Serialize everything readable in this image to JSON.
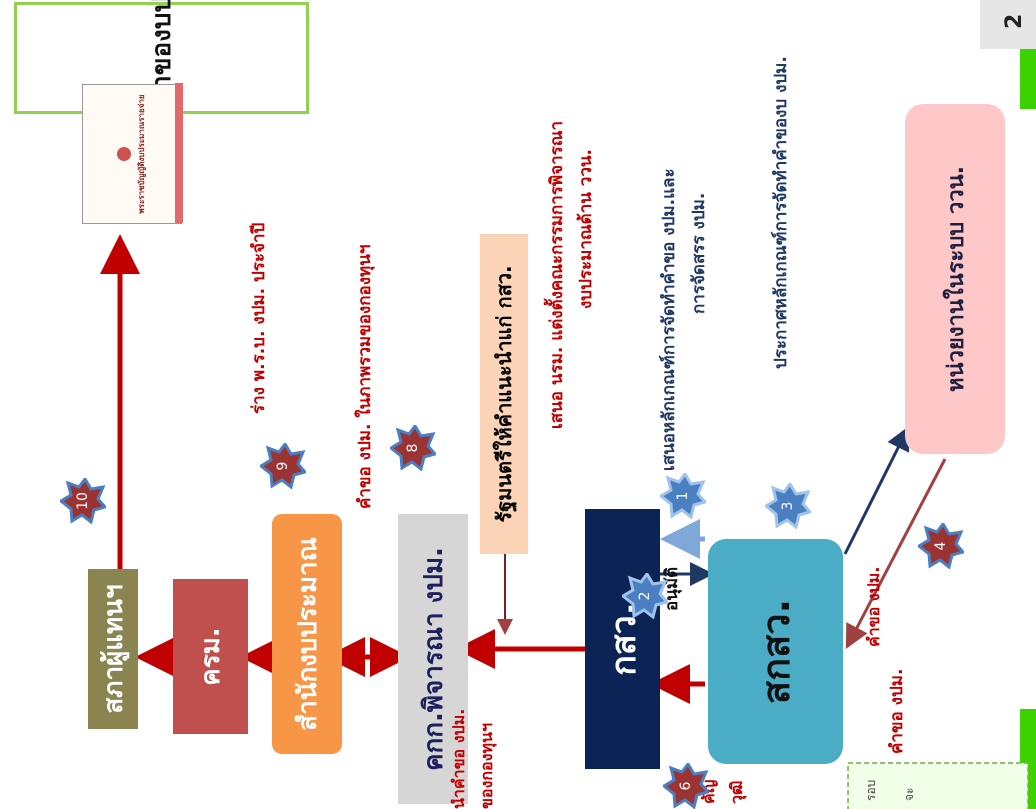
{
  "page_number": "2",
  "title": "ขาขึ้น : คำของบประมาณ",
  "cover_text": "พระราชบัญญัติงบประมาณรายจ่าย",
  "boxes": {
    "parliament": "สภาผู้แทนฯ",
    "cabinet": "ครม.",
    "budget_bureau": "สำนักงบประมาณ",
    "committee": "คกก.พิจารณา งปม.",
    "pm": "รัฐมนตรีให้คำแนะนำแก่ กสว.",
    "ksw": "กสว.",
    "sksw": "สกสว.",
    "units": "หน่วยงานในระบบ ววน."
  },
  "labels": {
    "draft_act": "ร่าง พ.ร.บ. งปม. ประจำปี",
    "request_overall": "คำขอ งปม. ในภาพรวมของกองทุนฯ",
    "request": "คำขอ งปม.",
    "propose_committee_1": "เสนอ นรม. แต่งตั้งคณะกรรมการพิจารณา",
    "propose_committee_2": "งบประมาณด้าน ววน.",
    "propose_criteria_1": "เสนอหลักเกณฑ์การจัดทำคำขอ งปม.และ",
    "propose_criteria_2": "การจัดสรร งปม.",
    "announce_criteria": "ประกาศหลักเกณฑ์การจัดทำคำของบ งปม.",
    "approve": "อนุมัติ",
    "request_units": "คำขอ งปม.",
    "present_request": "นำคำขอ งปม.",
    "fund": "ของกองทุนฯ",
    "important": "คัญ",
    "qualification": "วุฒิ",
    "note_1": "รอบ",
    "note_2": "จะ"
  },
  "steps": [
    "1",
    "2",
    "3",
    "4",
    "6",
    "8",
    "9",
    "10"
  ],
  "colors": {
    "parliament": "#8a8550",
    "cabinet": "#c0504d",
    "budget_bureau": "#f79646",
    "committee": "#d6d6d6",
    "pm": "#fbd3b6",
    "ksw": "#0c2455",
    "sksw": "#4bacc6",
    "units": "#ffc8c8",
    "star": "#9b3333",
    "star_blue": "#4a7fc1",
    "arrow_red": "#c00000",
    "arrow_blue": "#1f3864",
    "green": "#3cd200"
  }
}
